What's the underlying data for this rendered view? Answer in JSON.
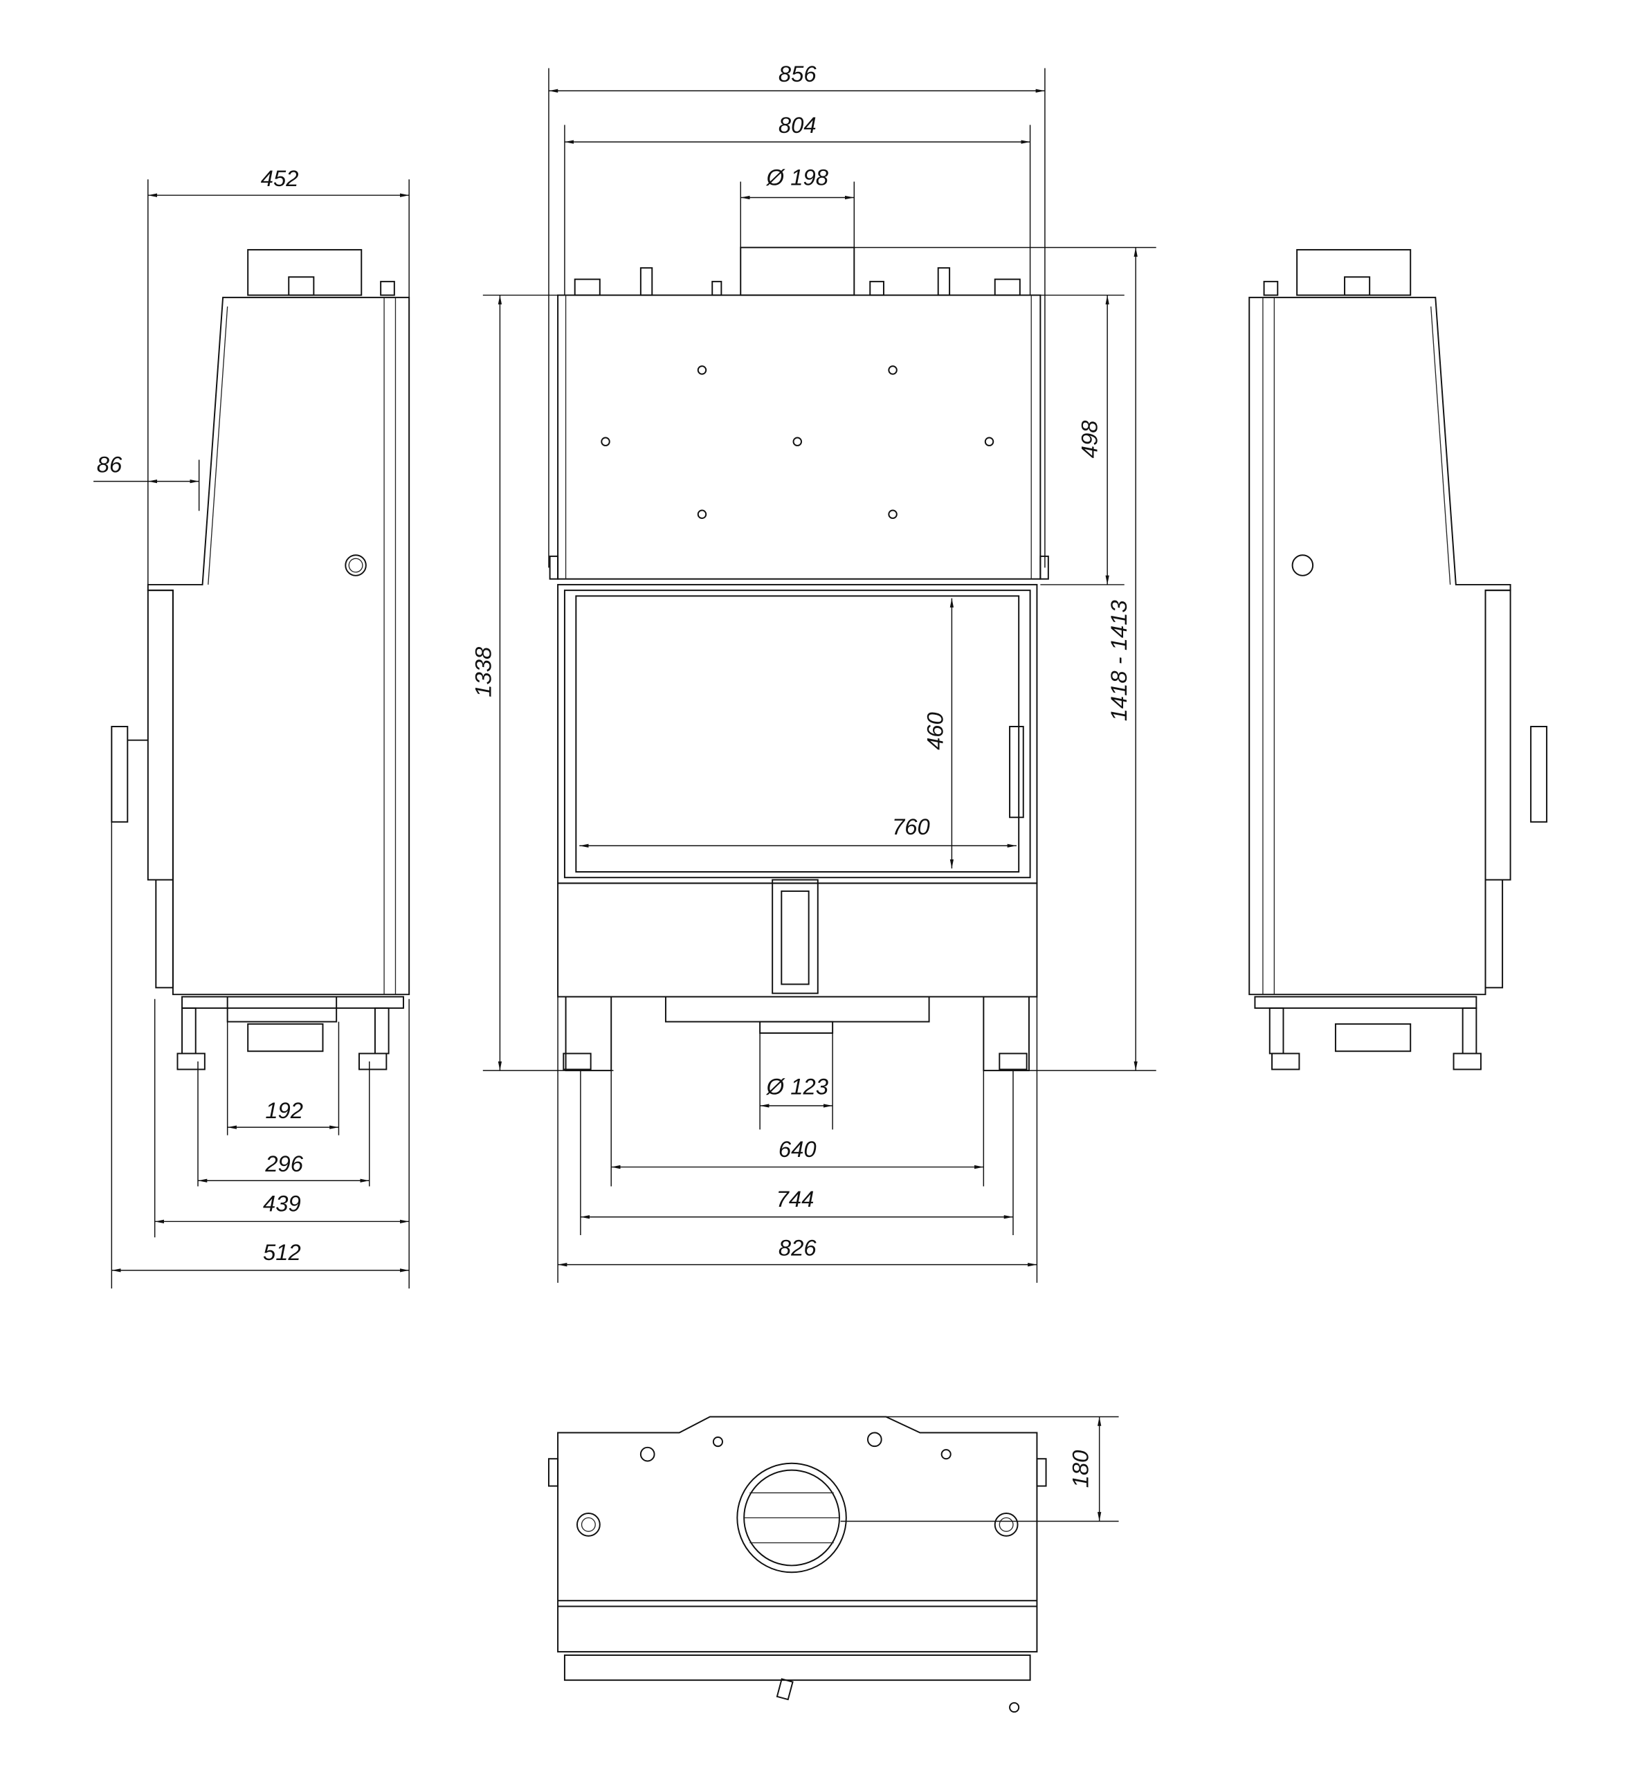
{
  "title": "Fireplace insert dimensional drawing",
  "units": "mm",
  "colors": {
    "line": "#111111",
    "background": "#ffffff"
  },
  "dimensions": {
    "overall_width": "856",
    "top_width": "804",
    "flue_diameter_top": "Ø 198",
    "side_depth_top": "452",
    "offset_86": "86",
    "hood_height": "498",
    "body_height": "1338",
    "total_height": "1418 - 1413",
    "glass_height": "460",
    "glass_width": "760",
    "side_192": "192",
    "side_296": "296",
    "side_439": "439",
    "side_512": "512",
    "air_inlet_diameter": "Ø 123",
    "bottom_640": "640",
    "bottom_744": "744",
    "bottom_826": "826",
    "top_view_180": "180"
  }
}
